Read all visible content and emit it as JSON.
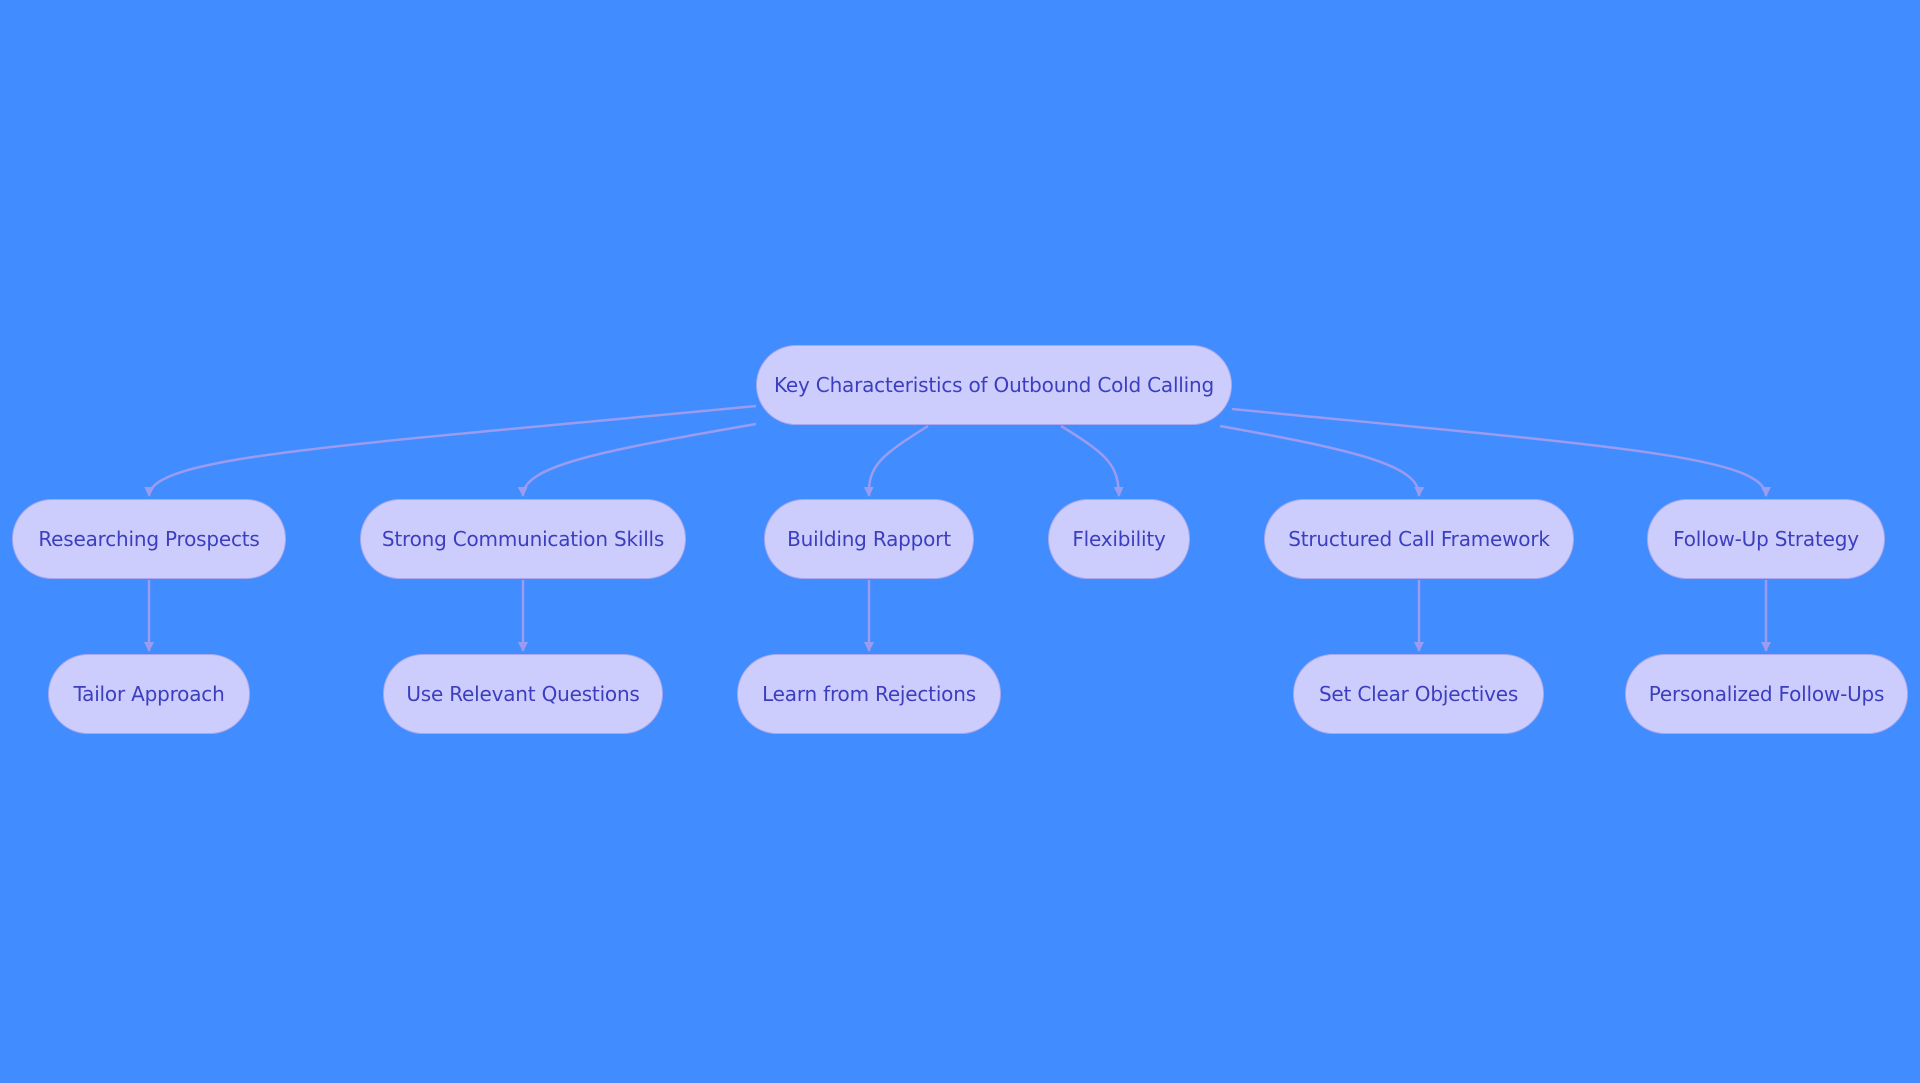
{
  "colors": {
    "background": "#418cff",
    "node_fill": "#cdcdfd",
    "node_border": "#a9a8ef",
    "node_text": "#3b3fbf",
    "edge": "#9b9cf0"
  },
  "diagram": {
    "root": {
      "id": "root",
      "label": "Key Characteristics of Outbound Cold Calling"
    },
    "children": [
      {
        "id": "researching",
        "label": "Researching Prospects",
        "child": {
          "id": "tailor",
          "label": "Tailor Approach"
        }
      },
      {
        "id": "communication",
        "label": "Strong Communication Skills",
        "child": {
          "id": "questions",
          "label": "Use Relevant Questions"
        }
      },
      {
        "id": "rapport",
        "label": "Building Rapport",
        "child": {
          "id": "rejections",
          "label": "Learn from Rejections"
        }
      },
      {
        "id": "flexibility",
        "label": "Flexibility"
      },
      {
        "id": "framework",
        "label": "Structured Call Framework",
        "child": {
          "id": "objectives",
          "label": "Set Clear Objectives"
        }
      },
      {
        "id": "followup",
        "label": "Follow-Up Strategy",
        "child": {
          "id": "personalized",
          "label": "Personalized Follow-Ups"
        }
      }
    ]
  }
}
